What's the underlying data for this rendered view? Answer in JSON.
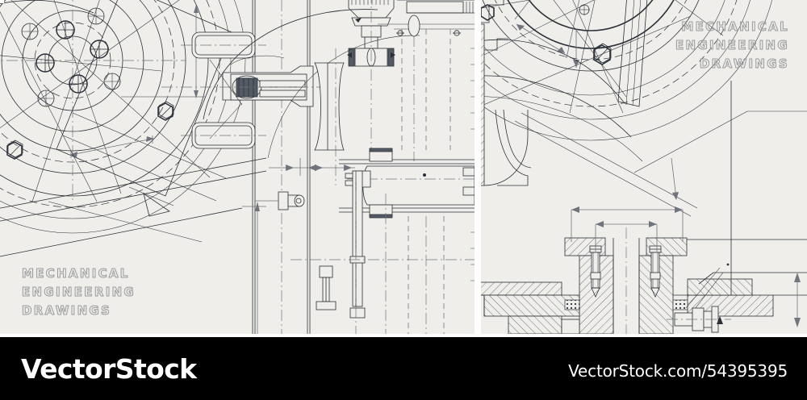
{
  "image": {
    "kind": "stock-vector-preview",
    "background_color": "#efeeea",
    "line_color": "#2b3038",
    "footer_background": "#000000",
    "footer_text_color": "#ffffff",
    "watermark_outline_color": "#9a9a9e"
  },
  "panels": {
    "left": {
      "name": "left-drawing-panel",
      "watermark_lines": "MECHANICAL\nENGINEERING\nDRAWINGS",
      "watermark_align": "left"
    },
    "right": {
      "name": "right-drawing-panel",
      "watermark_lines": "MECHANICAL\nENGINEERING\nDRAWINGS",
      "watermark_align": "right"
    }
  },
  "footer": {
    "logo": "VectorStock",
    "url": "VectorStock.com/54395395"
  }
}
